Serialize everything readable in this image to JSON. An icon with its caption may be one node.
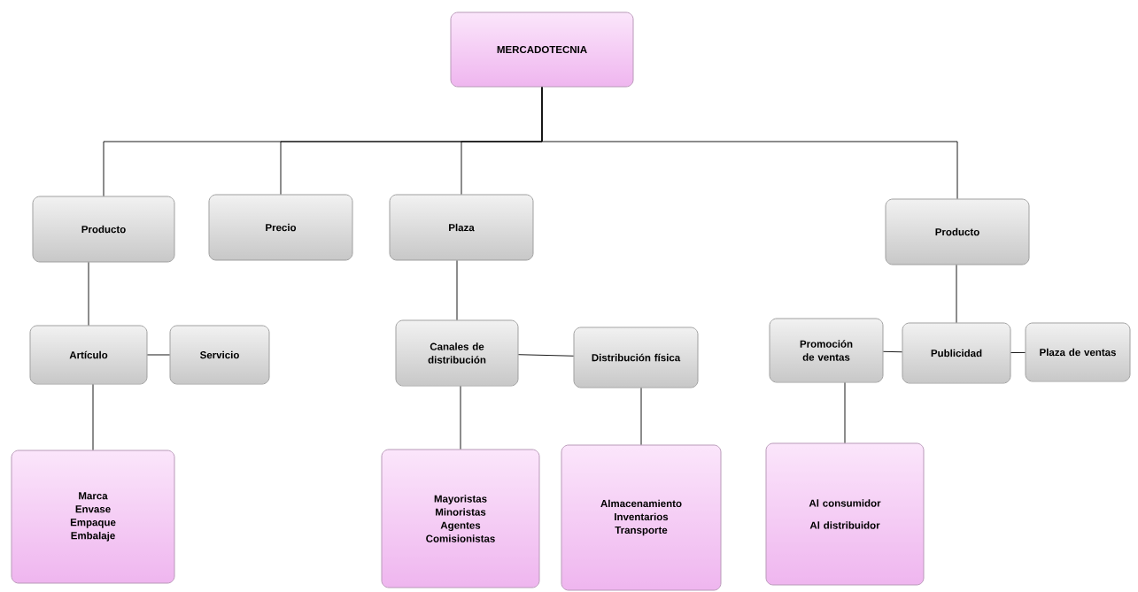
{
  "diagram": {
    "nodes": [
      {
        "text": [
          "MERCADOTECNIA"
        ]
      },
      {
        "text": [
          "Producto"
        ]
      },
      {
        "text": [
          "Precio"
        ]
      },
      {
        "text": [
          "Plaza"
        ]
      },
      {
        "text": [
          "Producto"
        ]
      },
      {
        "text": [
          "Artículo"
        ]
      },
      {
        "text": [
          "Servicio"
        ]
      },
      {
        "text": [
          "Canales de distribución"
        ]
      },
      {
        "text": [
          "Distribución física"
        ]
      },
      {
        "text": [
          "Promoción de ventas"
        ]
      },
      {
        "text": [
          "Publicidad"
        ]
      },
      {
        "text": [
          "Plaza de ventas"
        ]
      },
      {
        "text": [
          "Marca",
          "Envase",
          "Empaque",
          "Embalaje"
        ]
      },
      {
        "text": [
          "Mayoristas",
          "Minoristas",
          "Agentes",
          "Comisionistas"
        ]
      },
      {
        "text": [
          "Almacenamiento",
          "Inventarios",
          "Transporte"
        ]
      },
      {
        "text": [
          "Al consumidor",
          "Al distribuidor"
        ]
      }
    ],
    "edges": [
      {
        "from": 0,
        "to": 1,
        "arrow": "none"
      },
      {
        "from": 0,
        "to": 2,
        "arrow": "none"
      },
      {
        "from": 0,
        "to": 3,
        "arrow": "none"
      },
      {
        "from": 0,
        "to": 4,
        "arrow": "none"
      },
      {
        "from": 1,
        "to": 5,
        "arrow": "none"
      },
      {
        "from": 5,
        "to": 6,
        "arrow": "none"
      },
      {
        "from": 5,
        "to": 12,
        "arrow": "none"
      },
      {
        "from": 3,
        "to": 7,
        "arrow": "none"
      },
      {
        "from": 7,
        "to": 8,
        "arrow": "none"
      },
      {
        "from": 7,
        "to": 13,
        "arrow": "none"
      },
      {
        "from": 8,
        "to": 14,
        "arrow": "none"
      },
      {
        "from": 4,
        "to": 10,
        "arrow": "none"
      },
      {
        "from": 10,
        "to": 9,
        "arrow": "none"
      },
      {
        "from": 10,
        "to": 11,
        "arrow": "none"
      },
      {
        "from": 9,
        "to": 15,
        "arrow": "none"
      }
    ]
  }
}
